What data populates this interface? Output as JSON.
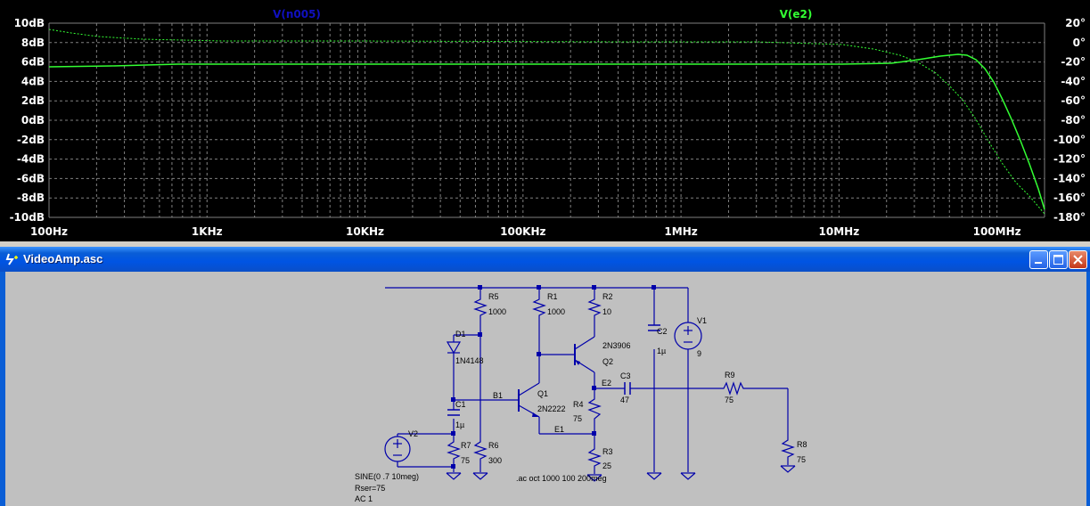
{
  "plot": {
    "traces": [
      {
        "name": "V(n005)",
        "color": "#1010c0"
      },
      {
        "name": "V(e2)",
        "color": "#33ff33"
      }
    ],
    "left_axis_ticks": [
      "10dB",
      "8dB",
      "6dB",
      "4dB",
      "2dB",
      "0dB",
      "-2dB",
      "-4dB",
      "-6dB",
      "-8dB",
      "-10dB"
    ],
    "right_axis_ticks": [
      "20°",
      "0°",
      "-20°",
      "-40°",
      "-60°",
      "-80°",
      "-100°",
      "-120°",
      "-140°",
      "-160°",
      "-180°"
    ],
    "x_axis_ticks": [
      "100Hz",
      "1KHz",
      "10KHz",
      "100KHz",
      "1MHz",
      "10MHz",
      "100MHz"
    ],
    "colors": {
      "background": "#000000",
      "grid": "#808080",
      "trace": "#33ff33"
    }
  },
  "window": {
    "title": "VideoAmp.asc",
    "minimize_label": "minimize-icon",
    "maximize_label": "maximize-icon",
    "close_label": "close-icon"
  },
  "schematic": {
    "components": {
      "R5": {
        "name": "R5",
        "value": "1000"
      },
      "R1": {
        "name": "R1",
        "value": "1000"
      },
      "R2": {
        "name": "R2",
        "value": "10"
      },
      "D1": {
        "name": "D1",
        "value": "1N4148"
      },
      "C1": {
        "name": "C1",
        "value": "1µ"
      },
      "C2": {
        "name": "C2",
        "value": "1µ"
      },
      "C3": {
        "name": "C3",
        "value": "47"
      },
      "Q1": {
        "name": "Q1",
        "value": "2N2222"
      },
      "Q2": {
        "name": "Q2",
        "value": "2N3906"
      },
      "R4": {
        "name": "R4",
        "value": "75"
      },
      "R3": {
        "name": "R3",
        "value": "25"
      },
      "R6": {
        "name": "R6",
        "value": "300"
      },
      "R7": {
        "name": "R7",
        "value": "75"
      },
      "R8": {
        "name": "R8",
        "value": "75"
      },
      "R9": {
        "name": "R9",
        "value": "75"
      },
      "V1": {
        "name": "V1",
        "value": "9"
      },
      "V2": {
        "name": "V2"
      }
    },
    "net_labels": {
      "b1": "B1",
      "e1": "E1",
      "e2": "E2"
    },
    "v2_spec": [
      "SINE(0 .7 10meg)",
      "Rser=75",
      "AC 1"
    ],
    "directive": ".ac oct 1000 100 200meg"
  }
}
